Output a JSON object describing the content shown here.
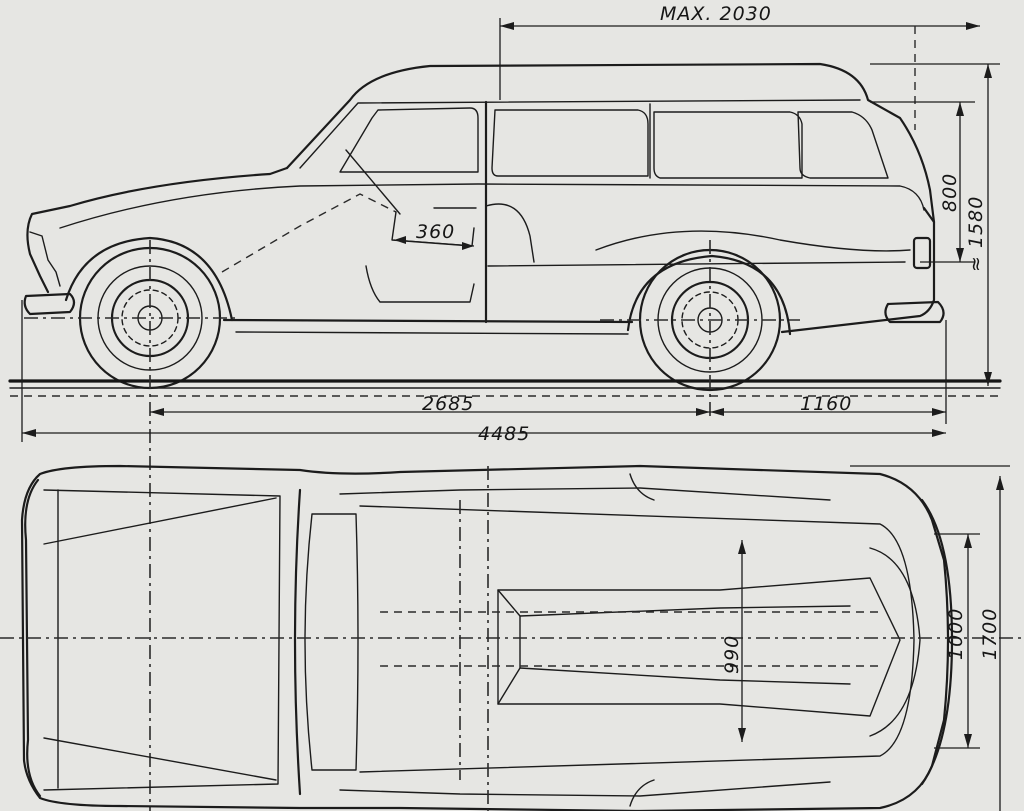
{
  "drawing": {
    "dimensions": {
      "max_width": "MAX. 2030",
      "roof_height": "800",
      "total_height": "≈ 1580",
      "seat_depth": "360",
      "wheelbase": "2685",
      "rear_overhang": "1160",
      "total_length": "4485",
      "roof_width": "990",
      "rear_track": "1000",
      "body_width": "1700"
    }
  }
}
